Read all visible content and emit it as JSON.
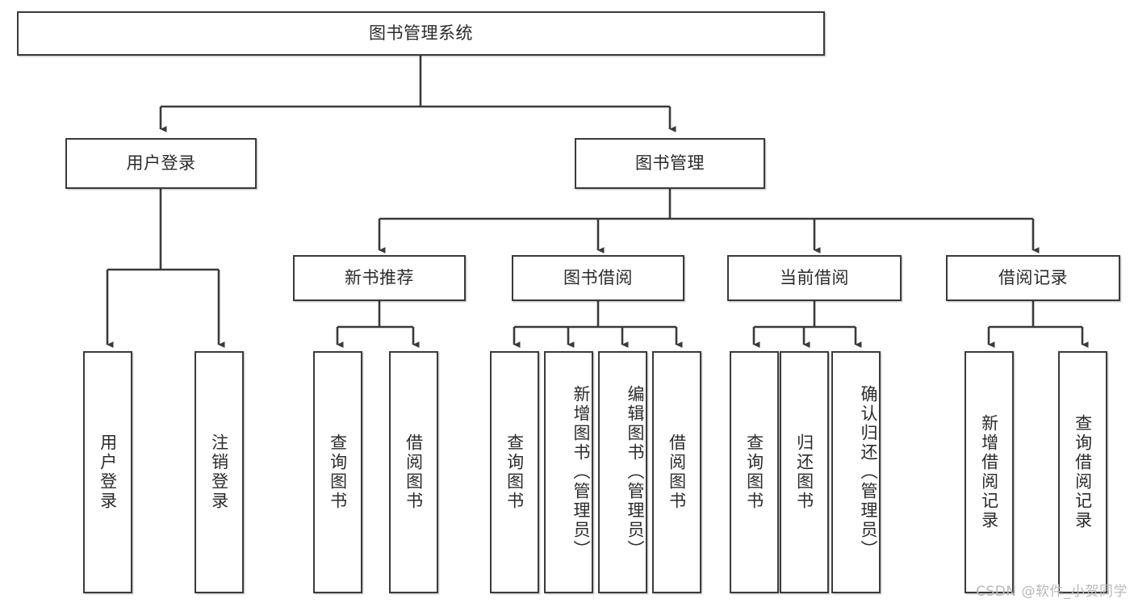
{
  "diagram": {
    "title": "图书管理系统",
    "type": "hierarchy-tree",
    "root": {
      "label": "图书管理系统"
    },
    "level2": [
      {
        "label": "用户登录"
      },
      {
        "label": "图书管理"
      }
    ],
    "level3": [
      {
        "label": "新书推荐"
      },
      {
        "label": "图书借阅"
      },
      {
        "label": "当前借阅"
      },
      {
        "label": "借阅记录"
      }
    ],
    "leaves": {
      "user_login": [
        {
          "label": "用户登录"
        },
        {
          "label": "注销登录"
        }
      ],
      "new_book_recommend": [
        {
          "label": "查询图书"
        },
        {
          "label": "借阅图书"
        }
      ],
      "book_borrow": [
        {
          "label": "查询图书"
        },
        {
          "label": "新增图书（管理员）"
        },
        {
          "label": "编辑图书（管理员）"
        },
        {
          "label": "借阅图书"
        }
      ],
      "current_borrow": [
        {
          "label": "查询图书"
        },
        {
          "label": "归还图书"
        },
        {
          "label": "确认归还（管理员）"
        }
      ],
      "borrow_record": [
        {
          "label": "新增借阅记录"
        },
        {
          "label": "查询借阅记录"
        }
      ]
    },
    "watermark": "CSDN @软件_小贺同学",
    "colors": {
      "stroke": "#3a3a3a",
      "text": "#2b2b2b",
      "background": "#ffffff",
      "watermark": "#b9b9b9"
    }
  }
}
